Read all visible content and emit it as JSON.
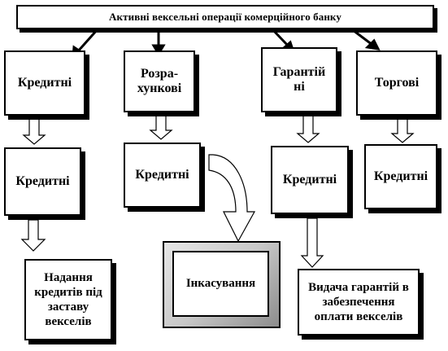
{
  "diagram": {
    "title": "Активні вексельні операції комерційного банку",
    "columns": [
      {
        "top": "Кредитні",
        "middle": "Кредитні",
        "bottom": "Надання кредитів під заставу векселів"
      },
      {
        "top": "Розра-хункові",
        "middle": "Кредитні",
        "bottom": "Інкасування"
      },
      {
        "top": "Гарантій ні",
        "middle": "Кредитні",
        "bottom": "Видача гарантій в забезпечення оплати векселів"
      },
      {
        "top": "Торгові",
        "middle": "Кредитні"
      }
    ]
  }
}
